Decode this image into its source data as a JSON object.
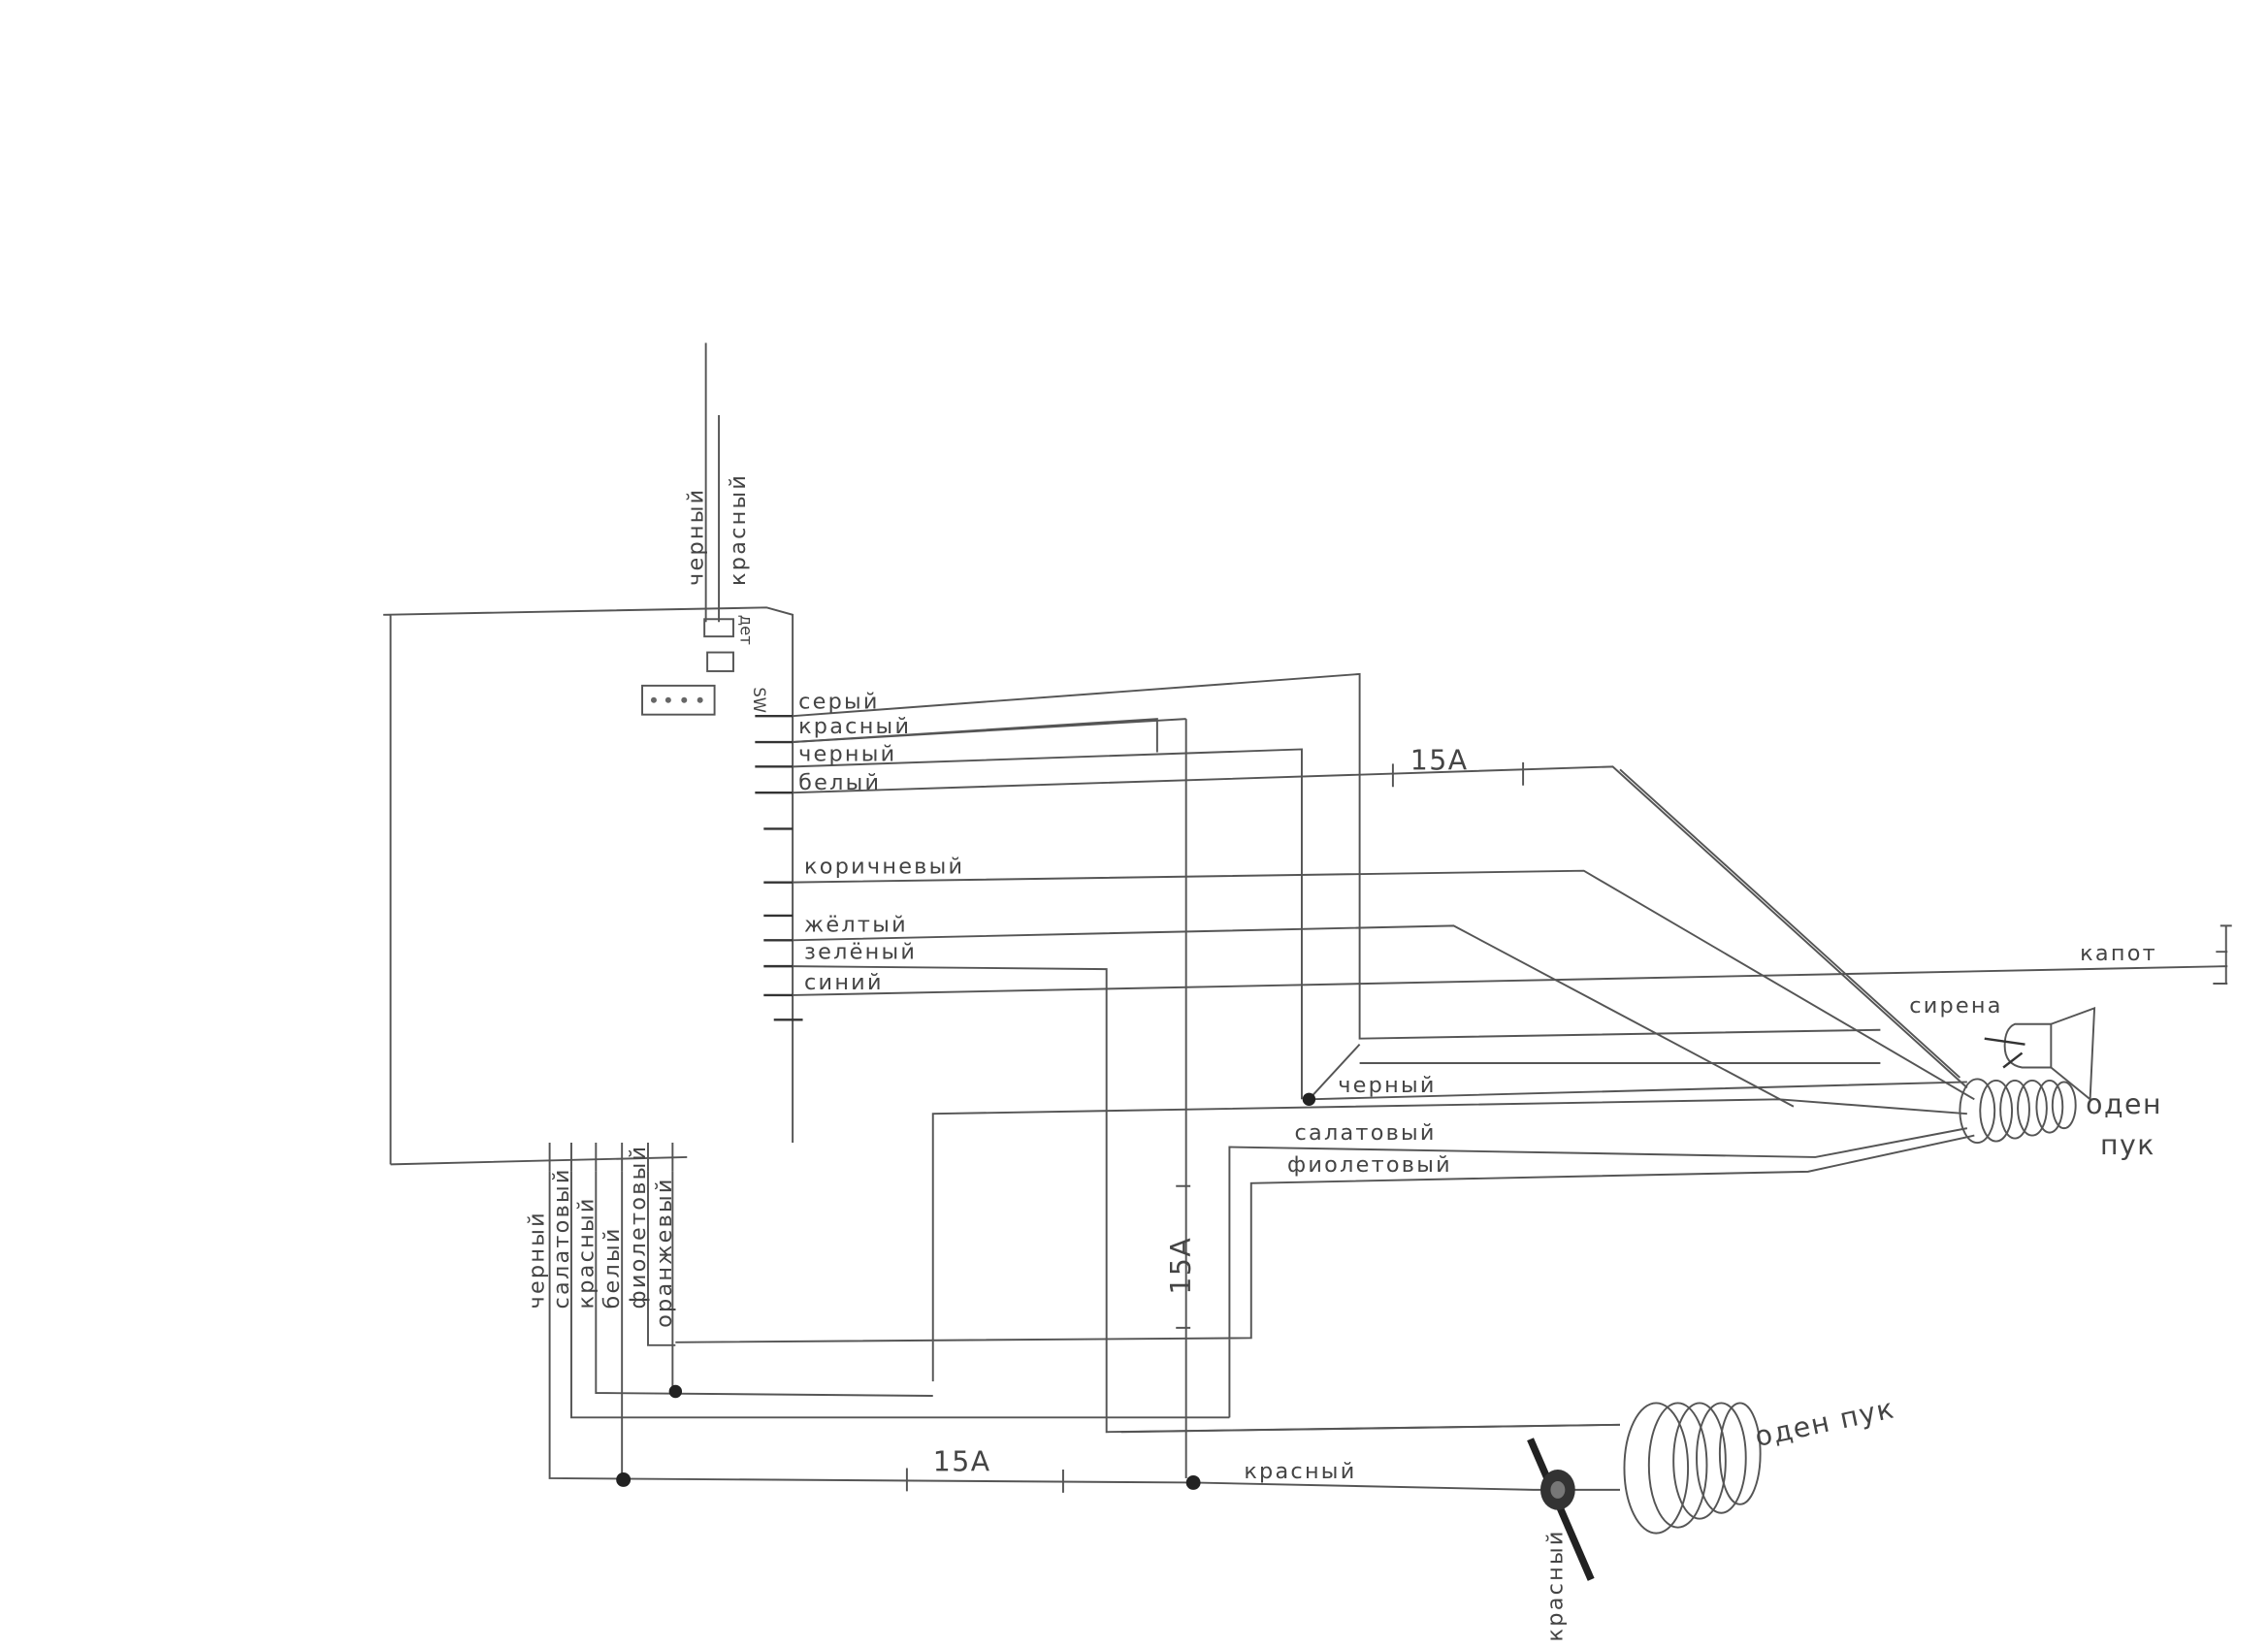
{
  "title": "Схема подключения сигнализации",
  "top_wires": {
    "black": "черный",
    "red": "красный"
  },
  "unit": {
    "sw_label": "SW",
    "det_label": "дет"
  },
  "right_wires": [
    "серый",
    "красный",
    "черный",
    "белый",
    "коричневый",
    "жёлтый",
    "зелёный",
    "синий"
  ],
  "fuse_labels": {
    "top": "15А",
    "vertical": "15А",
    "bottom": "15А"
  },
  "hood_label": "капот",
  "siren_label": "сирена",
  "bundle_right": {
    "line1": "оден",
    "line2": "пук"
  },
  "lower_wires": {
    "black": "черный",
    "lightgreen": "салатовый",
    "violet": "фиолетовый"
  },
  "bottom_wires": [
    "черный",
    "салатовый",
    "красный",
    "белый",
    "фиолетовый",
    "оранжевый"
  ],
  "bottom_red_label": "красный",
  "fuse_holder_label": "красный",
  "bundle_bottom": "оден пук"
}
